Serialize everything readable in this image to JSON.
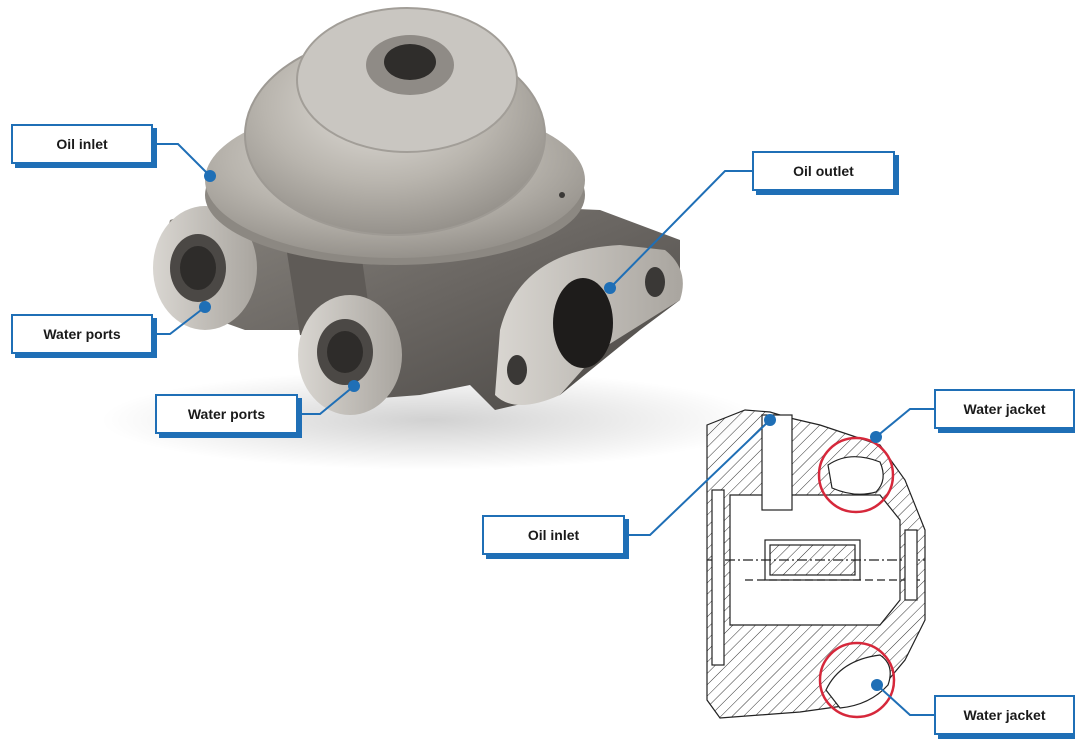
{
  "labels": {
    "oil_inlet_top": "Oil inlet",
    "water_ports_left": "Water ports",
    "water_ports_bottom": "Water ports",
    "oil_outlet": "Oil outlet",
    "water_jacket_top": "Water jacket",
    "oil_inlet_section": "Oil inlet",
    "water_jacket_bottom": "Water jacket"
  },
  "colors": {
    "accent": "#1f6fb6",
    "highlight_ring": "#d6283b",
    "casting_light": "#b7b3ad",
    "casting_dark": "#5d5a57"
  }
}
